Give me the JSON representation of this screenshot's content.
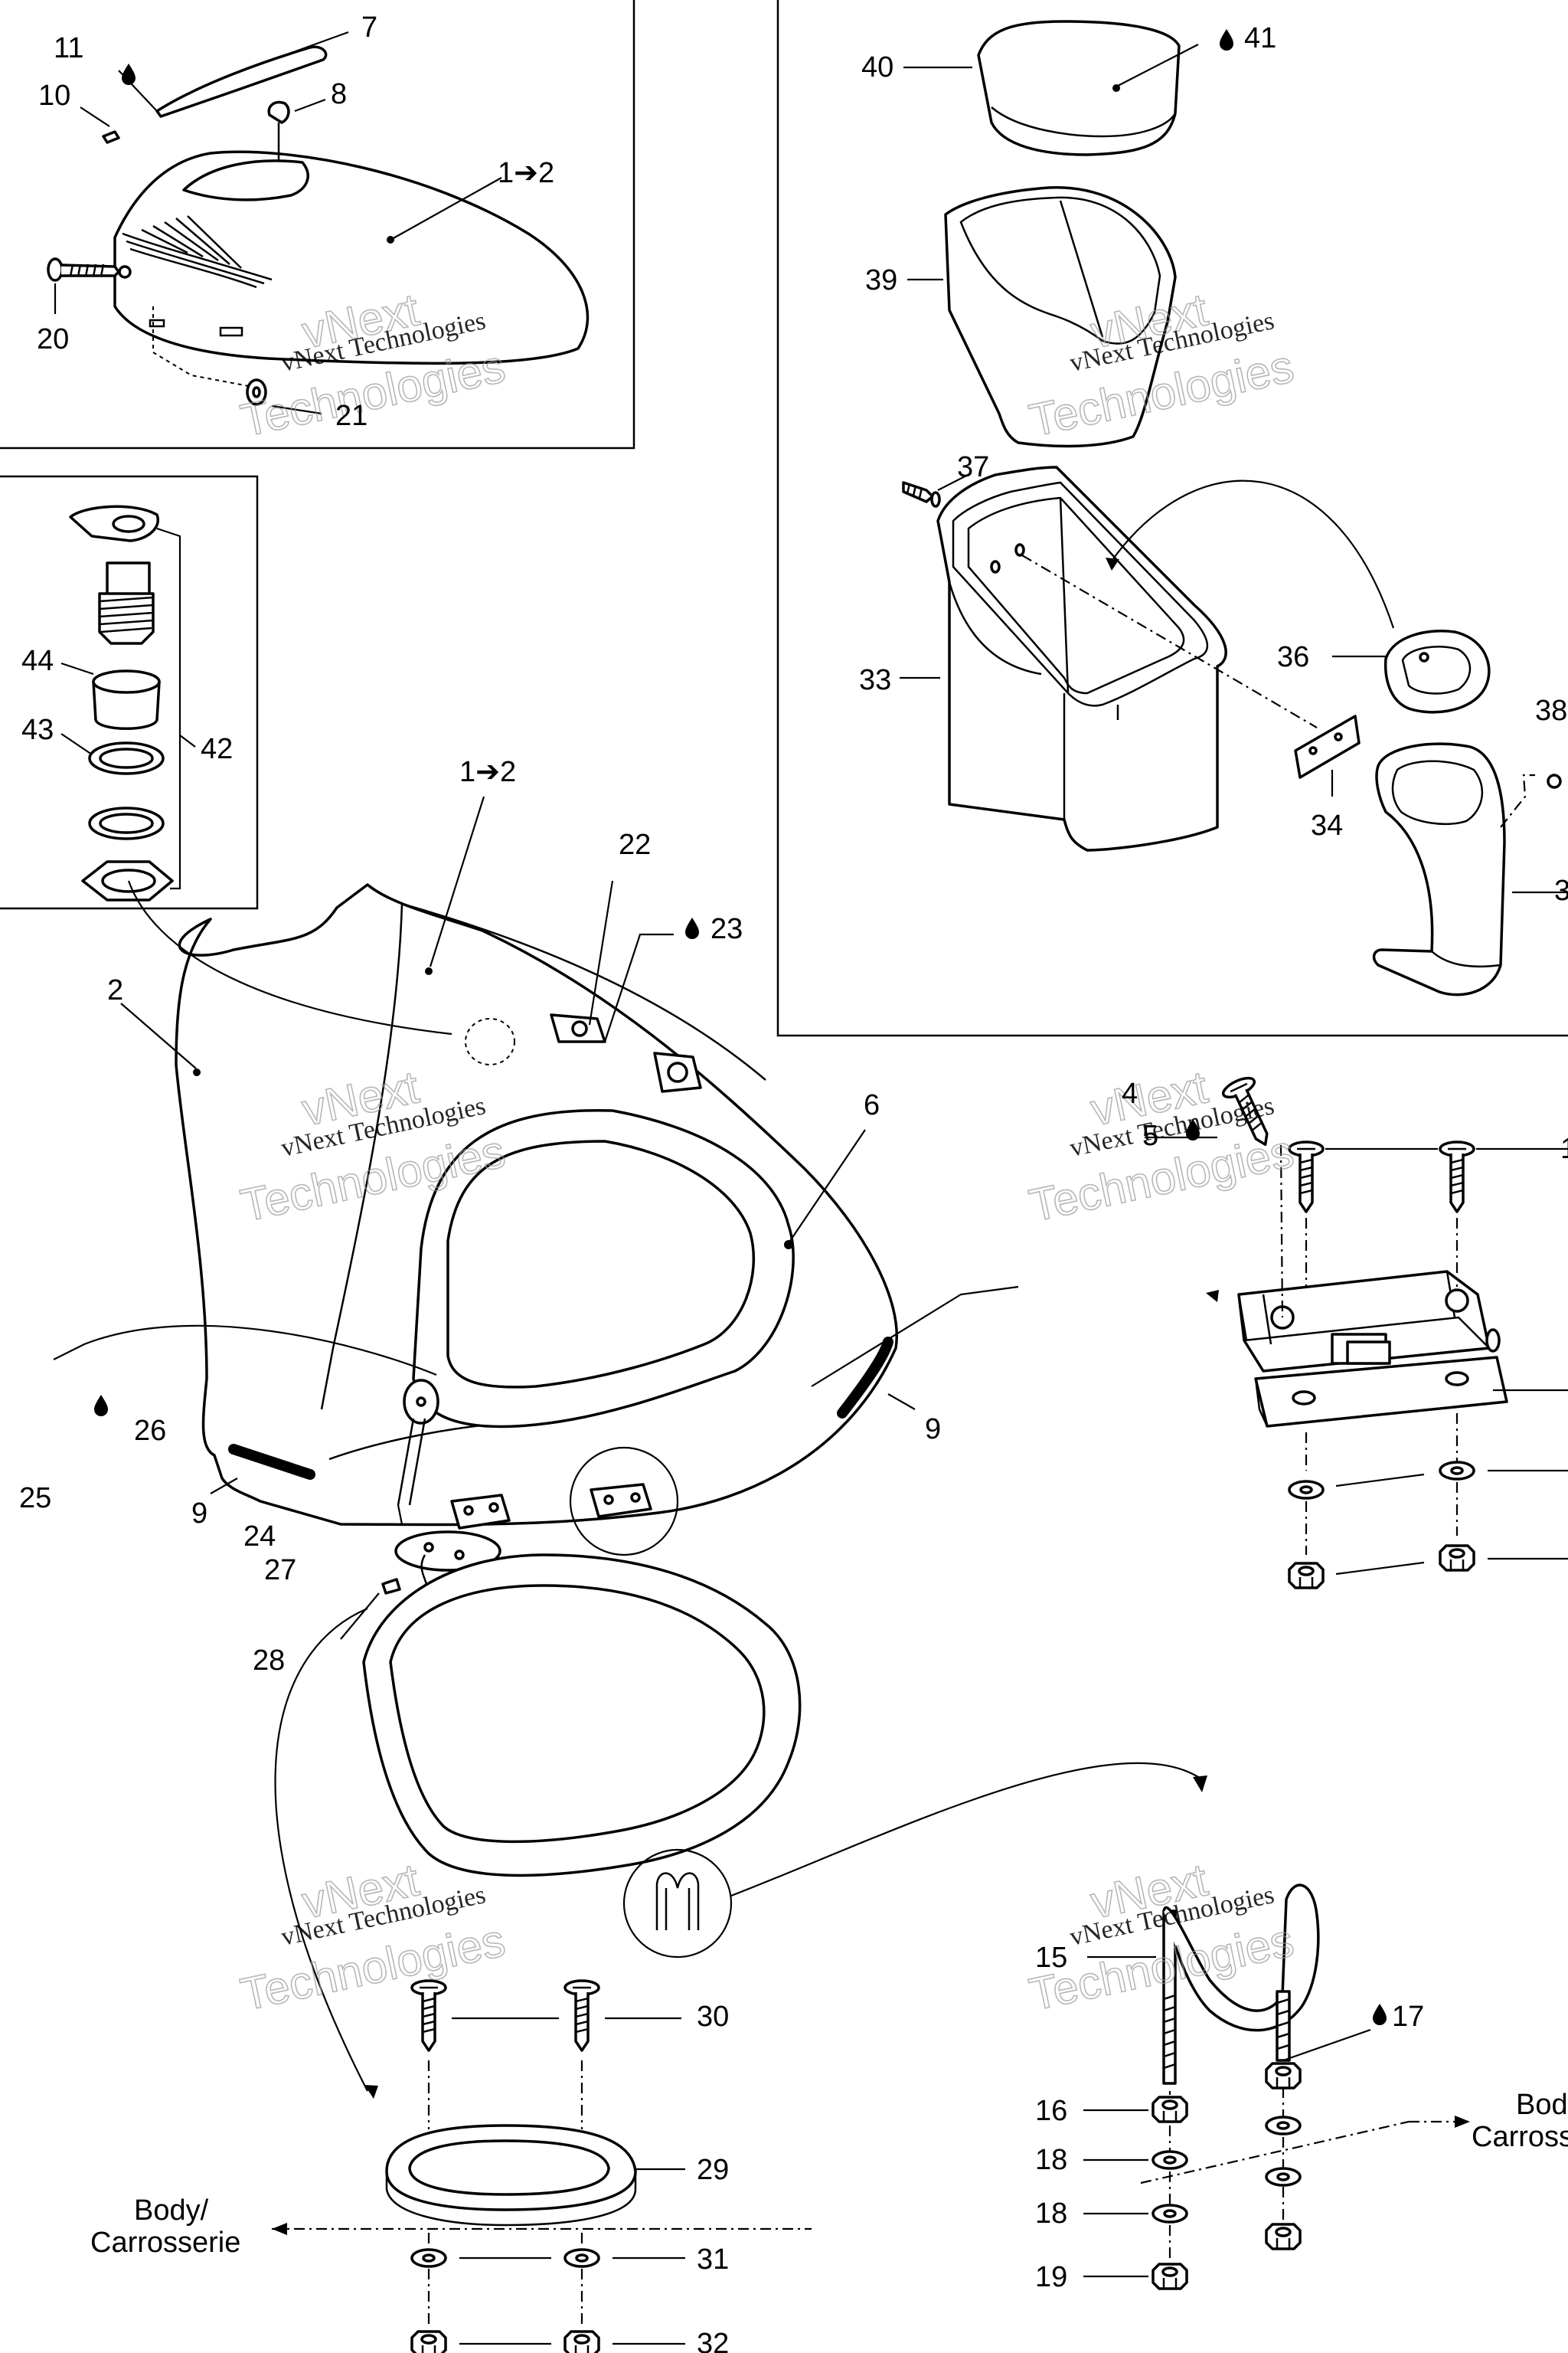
{
  "watermark": {
    "brand": "vNext",
    "line1": "vNext Technologies",
    "line2": "Technologies"
  },
  "body_label": {
    "line1": "Body/",
    "line2": "Carrosserie"
  },
  "body_label_right": {
    "line1": "Bod",
    "line2": "Carross"
  },
  "callouts": {
    "c1": "1",
    "c1to2": "1➔2",
    "c1to2b": "1➔2",
    "c2": "2",
    "c3": "3",
    "c4": "4",
    "c5": "5",
    "c6": "6",
    "c7": "7",
    "c8": "8",
    "c9a": "9",
    "c9b": "9",
    "c10": "10",
    "c11": "11",
    "c15": "15",
    "c16": "16",
    "c17": "17",
    "c18a": "18",
    "c18b": "18",
    "c19": "19",
    "c20": "20",
    "c21": "21",
    "c22": "22",
    "c23": "23",
    "c24": "24",
    "c25": "25",
    "c26": "26",
    "c27": "27",
    "c28": "28",
    "c29": "29",
    "c30": "30",
    "c31": "31",
    "c32": "32",
    "c33": "33",
    "c34": "34",
    "c36": "36",
    "c37": "37",
    "c38": "38",
    "c39": "39",
    "c40": "40",
    "c41": "41",
    "c42": "42",
    "c43": "43",
    "c44": "44"
  },
  "icons": {
    "adhesive": "liquid-drop-icon",
    "replace": "arrow-right-icon"
  }
}
